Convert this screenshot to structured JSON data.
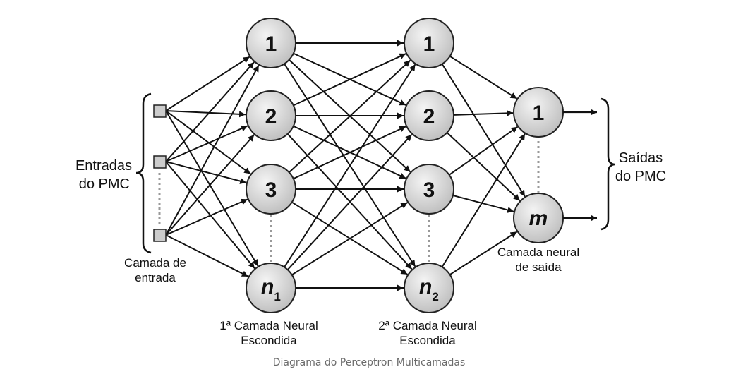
{
  "input_layer": {
    "title": "Entradas",
    "title2": "do PMC",
    "caption_line1": "Camada de",
    "caption_line2": "entrada"
  },
  "hidden1": {
    "nodes": [
      "1",
      "2",
      "3"
    ],
    "last_node": "n",
    "last_sub": "1",
    "caption_line1": "1ª Camada Neural",
    "caption_line2": "Escondida"
  },
  "hidden2": {
    "nodes": [
      "1",
      "2",
      "3"
    ],
    "last_node": "n",
    "last_sub": "2",
    "caption_line1": "2ª Camada Neural",
    "caption_line2": "Escondida"
  },
  "output_layer": {
    "nodes": [
      "1"
    ],
    "last_node": "m",
    "caption_line1": "Camada neural",
    "caption_line2": "de saída",
    "title": "Saídas",
    "title2": "do PMC"
  },
  "figure_caption": "Diagrama do Perceptron Multicamadas"
}
